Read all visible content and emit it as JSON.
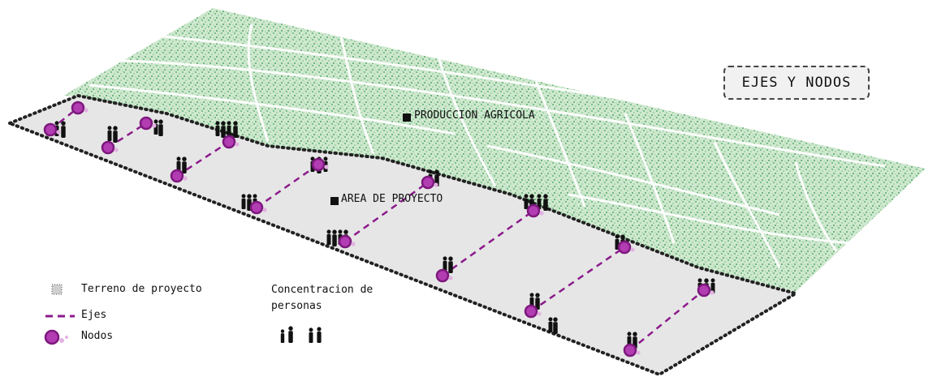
{
  "title": "EJES Y NODOS",
  "labels": {
    "agricultural": "PRODUCCION AGRICOLA",
    "project_area": "AREA DE PROYECTO"
  },
  "legend": {
    "terrain": "Terreno de proyecto",
    "axes": "Ejes",
    "nodes": "Nodos",
    "crowd_line1": "Concentracion de",
    "crowd_line2": "personas"
  },
  "colors": {
    "axis": "#8b1a8b",
    "node_fill": "#b23cb2",
    "node_ring": "#7d187d",
    "terrain": "#e6e6e6",
    "field": "#4caf6d",
    "people": "#111111"
  },
  "icons": [
    "node-icon",
    "people-icon",
    "terrain-swatch-icon"
  ]
}
